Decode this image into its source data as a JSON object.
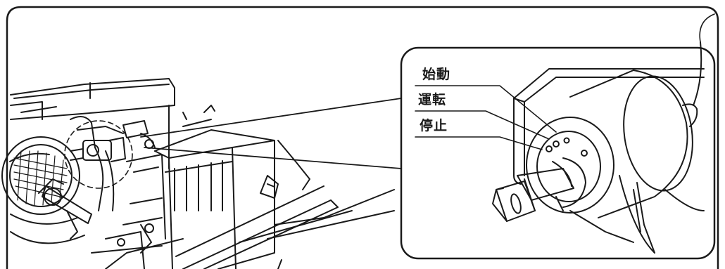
{
  "labels": {
    "start": "始動",
    "run": "運転",
    "stop": "停止"
  },
  "colors": {
    "line": "#1a1a1a",
    "background": "#ffffff"
  }
}
